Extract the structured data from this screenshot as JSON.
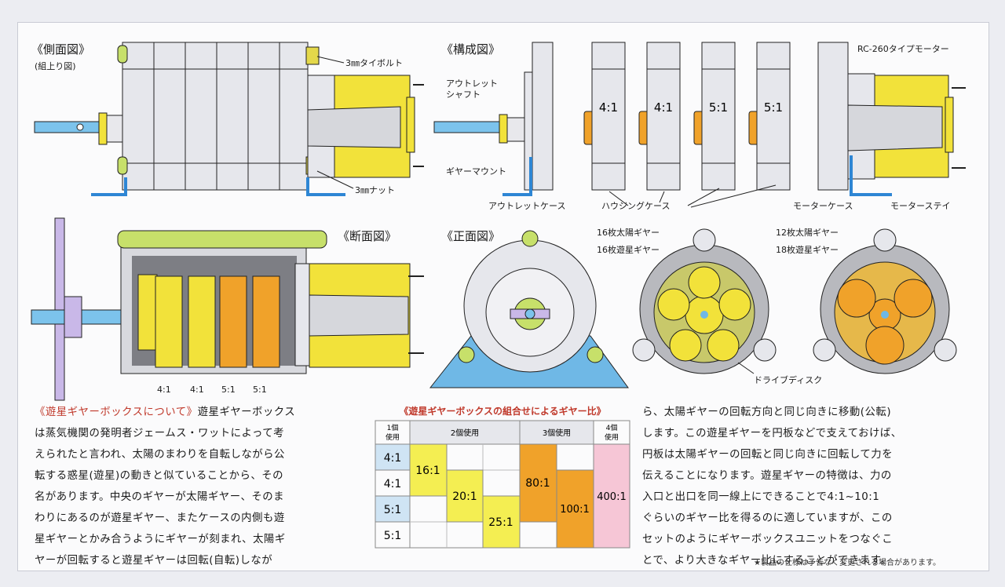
{
  "titles": {
    "side_view": "《側面図》",
    "side_view_sub": "(組上り図)",
    "composition": "《構成図》",
    "section": "《断面図》",
    "front": "《正面図》"
  },
  "labels": {
    "tie_bolt": "3㎜タイボルト",
    "nut": "3㎜ナット",
    "outlet_shaft_1": "アウトレット",
    "outlet_shaft_2": "シャフト",
    "gear_mount": "ギヤーマウント",
    "outlet_case": "アウトレットケース",
    "housing_case": "ハウジングケース",
    "motor_case": "モーターケース",
    "motor_stay": "モーターステイ",
    "motor_type": "RC-260タイプモーター",
    "sun16": "16枚太陽ギヤー",
    "planet16": "16枚遊星ギヤー",
    "sun12": "12枚太陽ギヤー",
    "planet18": "18枚遊星ギヤー",
    "drive_disc": "ドライブディスク"
  },
  "housing_ratios": [
    "4:1",
    "4:1",
    "5:1",
    "5:1"
  ],
  "section_ratios": [
    "4:1",
    "4:1",
    "5:1",
    "5:1"
  ],
  "about": {
    "heading": "《遊星ギヤーボックスについて》",
    "lines": [
      "遊星ギヤーボックス",
      "は蒸気機関の発明者ジェームス・ワットによって考",
      "えられたと言われ、太陽のまわりを自転しながら公",
      "転する惑星(遊星)の動きと似ていることから、その",
      "名があります。中央のギヤーが太陽ギヤー、そのま",
      "わりにあるのが遊星ギヤー、またケースの内側も遊",
      "星ギヤーとかみ合うようにギヤーが刻まれ、太陽ギ",
      "ヤーが回転すると遊星ギヤーは回転(自転)しなが"
    ]
  },
  "table": {
    "title": "《遊星ギヤーボックスの組合せによるギヤー比》",
    "h1": [
      "1個",
      "使用"
    ],
    "h2": "2個使用",
    "h3": "3個使用",
    "h4": [
      "4個",
      "使用"
    ],
    "rows": [
      "4:1",
      "4:1",
      "5:1",
      "5:1"
    ],
    "values": [
      "16:1",
      "20:1",
      "25:1",
      "80:1",
      "100:1",
      "400:1"
    ]
  },
  "right_text": [
    "ら、太陽ギヤーの回転方向と同じ向きに移動(公転)",
    "します。この遊星ギヤーを円板などで支えておけば、",
    "円板は太陽ギヤーの回転と同じ向きに回転して力を",
    "伝えることになります。遊星ギヤーの特徴は、力の",
    "入口と出口を同一線上にできることで4:1~10:1",
    "ぐらいのギヤー比を得るのに適していますが、この",
    "セットのようにギヤーボックスユニットをつなぐこ",
    "とで、より大きなギヤー比にすることができます。"
  ],
  "footnote": "★製品の仕様は予告なく変更される場合があります。",
  "colors": {
    "yellow": "#f2e23a",
    "orange": "#f0a22a",
    "blue": "#6fb8e6",
    "pink": "#f6c6d6",
    "lightblue": "#cfe4f4",
    "red": "#c0392b"
  }
}
